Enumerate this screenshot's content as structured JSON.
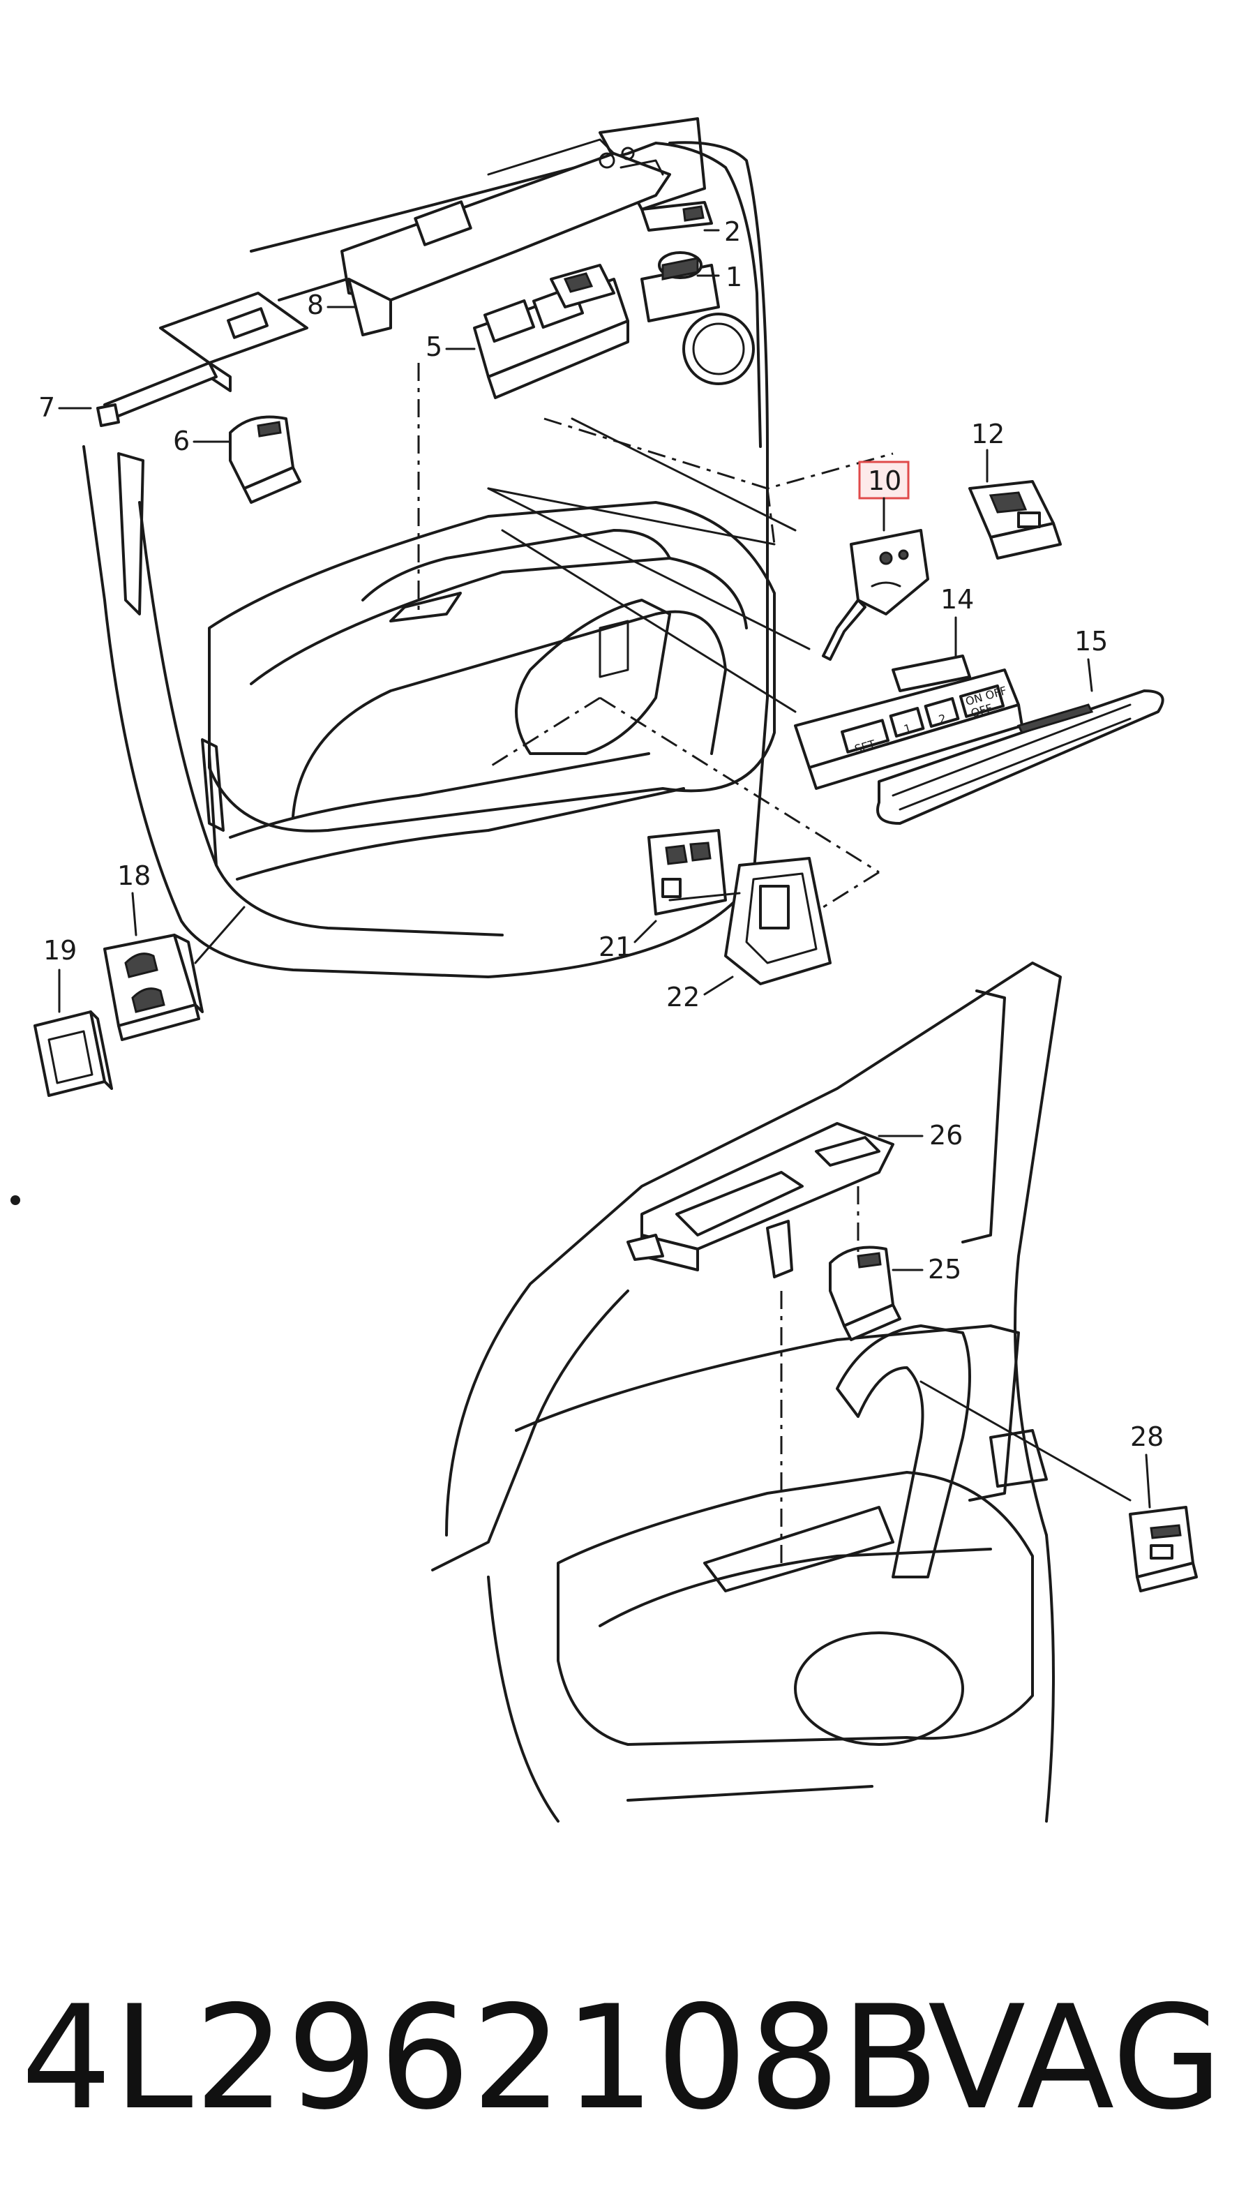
{
  "footer": {
    "part_number": "4L2962108B",
    "brand": "VAG"
  },
  "callouts": [
    "1",
    "2",
    "5",
    "7",
    "6",
    "8",
    "10",
    "12",
    "14",
    "15",
    "18",
    "19",
    "21",
    "22",
    "26",
    "25",
    "28"
  ],
  "highlighted_callout": "10",
  "button_labels": {
    "set": "SET",
    "one": "1",
    "two": "2",
    "on_off": "ON OFF",
    "off": "OFF"
  },
  "colors": {
    "line": "#1a1a1a",
    "highlight_border": "#e04a4a",
    "highlight_fill": "#fdeaea"
  }
}
